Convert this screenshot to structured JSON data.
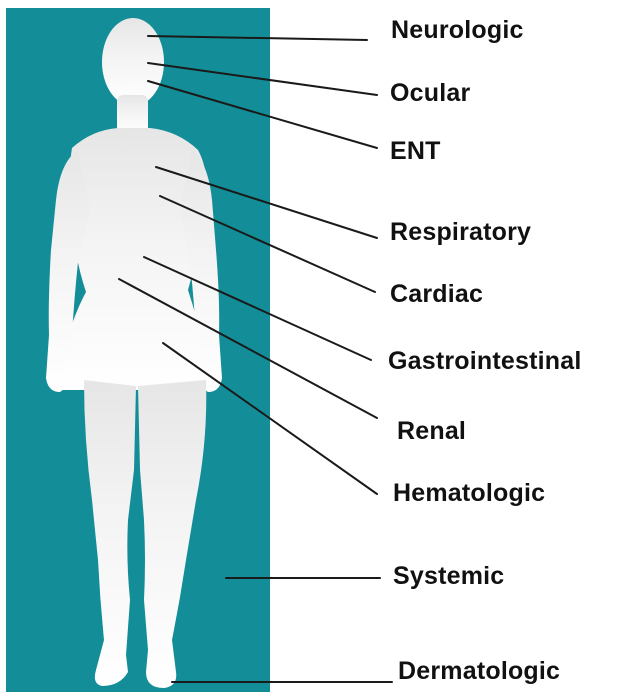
{
  "colors": {
    "panel": "#138e98",
    "body_silhouette": "#f1f1f1",
    "leader_line": "#1a1a1a",
    "label_text": "#111111"
  },
  "labels": [
    {
      "id": "neurologic",
      "text": "Neurologic"
    },
    {
      "id": "ocular",
      "text": "Ocular"
    },
    {
      "id": "ent",
      "text": "ENT"
    },
    {
      "id": "respiratory",
      "text": "Respiratory"
    },
    {
      "id": "cardiac",
      "text": "Cardiac"
    },
    {
      "id": "gastrointestinal",
      "text": "Gastrointestinal"
    },
    {
      "id": "renal",
      "text": "Renal"
    },
    {
      "id": "hematologic",
      "text": "Hematologic"
    },
    {
      "id": "systemic",
      "text": "Systemic"
    },
    {
      "id": "dermatologic",
      "text": "Dermatologic"
    }
  ]
}
